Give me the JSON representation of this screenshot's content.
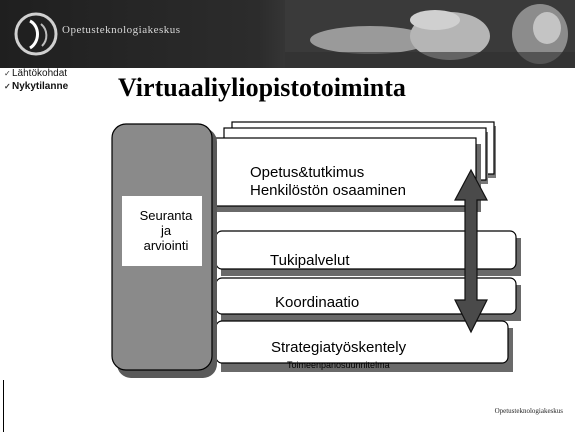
{
  "header": {
    "org_name": "Opetusteknologiakeskus",
    "logo_icon": "org-logo-icon"
  },
  "nav": {
    "items": [
      {
        "label": "Lähtökohdat",
        "active": false,
        "icon": "checkmark-icon"
      },
      {
        "label": "Nykytilanne",
        "active": true,
        "icon": "checkmark-icon"
      }
    ]
  },
  "slide": {
    "title": "Virtuaaliyliopistotoiminta",
    "side_box": {
      "line1": "Seuranta",
      "line2": "ja",
      "line3": "arviointi"
    },
    "boxes": [
      {
        "line1": "Opetus&tutkimus",
        "line2": "Henkilöstön osaaminen"
      },
      {
        "label": "Tukipalvelut"
      },
      {
        "label": "Koordinaatio"
      },
      {
        "label": "Strategiatyöskentely",
        "sublabel": "Toimeenpanosuunnitelma"
      }
    ],
    "arrow_icon": "double-arrow-icon"
  },
  "footer": {
    "org_name": "Opetusteknologiakeskus"
  },
  "colors": {
    "header_bg": "#2a2a2a",
    "shadow": "#6a6a6a",
    "box_fill": "#ffffff",
    "arrow_fill": "#4a4a4a",
    "side_fill": "#6e6e6e"
  }
}
